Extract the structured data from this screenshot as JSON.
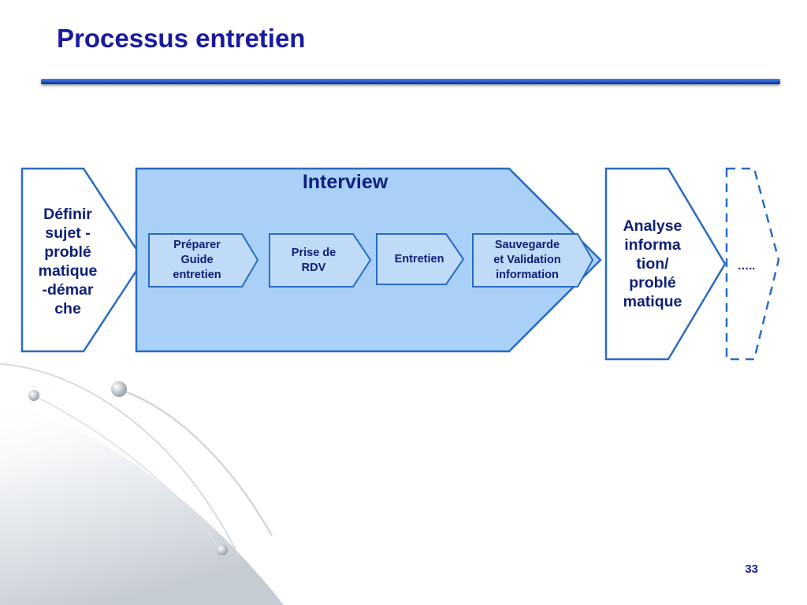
{
  "slide": {
    "title": "Processus entretien",
    "page_number": "33"
  },
  "colors": {
    "title": "#1a1aa0",
    "label_text": "#0d1f78",
    "shape_stroke": "#2a6bc0",
    "interview_fill": "#a9d1f7",
    "step_fill": "#bfdbf7",
    "title_rule": "#1f56c6"
  },
  "diagram": {
    "define_step": {
      "lines": [
        "Définir",
        "sujet  -",
        "problé",
        "matique",
        "-démar",
        "che"
      ]
    },
    "interview": {
      "label": "Interview",
      "steps": [
        {
          "lines": [
            "Préparer",
            "Guide",
            "entretien"
          ]
        },
        {
          "lines": [
            "Prise de",
            "RDV"
          ]
        },
        {
          "lines": [
            "Entretien"
          ]
        },
        {
          "lines": [
            "Sauvegarde",
            "et Validation",
            "information"
          ]
        }
      ]
    },
    "analysis_step": {
      "lines": [
        "Analyse",
        "informa",
        "tion/",
        "problé",
        "matique"
      ]
    },
    "next_step": {
      "label": "….."
    }
  }
}
